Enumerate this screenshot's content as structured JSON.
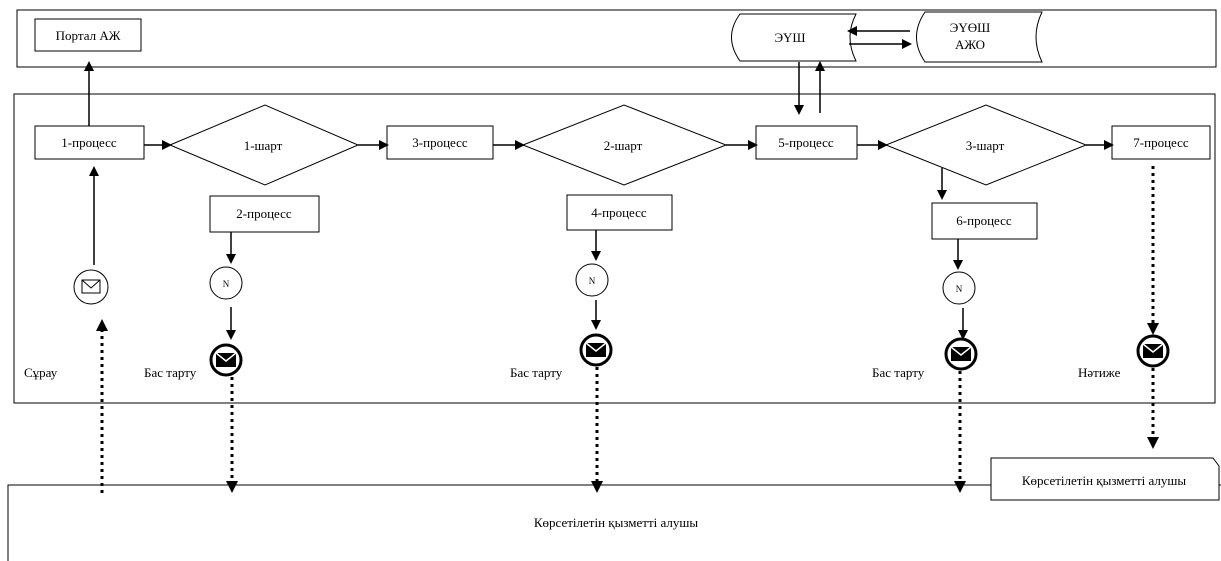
{
  "top_lane": {
    "portal_label": "Портал АЖ",
    "eush_label": "ЭҮШ",
    "euosh_label_line1": "ЭҮӨШ",
    "euosh_label_line2": "АЖО"
  },
  "processes": {
    "p1": "1-процесс",
    "p2": "2-процесс",
    "p3": "3-процесс",
    "p4": "4-процесс",
    "p5": "5-процесс",
    "p6": "6-процесс",
    "p7": "7-процесс"
  },
  "conditions": {
    "c1": "1-шарт",
    "c2": "2-шарт",
    "c3": "3-шарт"
  },
  "notes": {
    "request": "Сұрау",
    "refusal1": "Бас тарту",
    "refusal2": "Бас тарту",
    "refusal3": "Бас тарту",
    "result": "Нәтиже",
    "n_symbol": "N"
  },
  "recipient": {
    "small_box": "Көрсетілетін қызметті алушы",
    "bottom_lane": "Көрсетілетін қызметті алушы"
  }
}
